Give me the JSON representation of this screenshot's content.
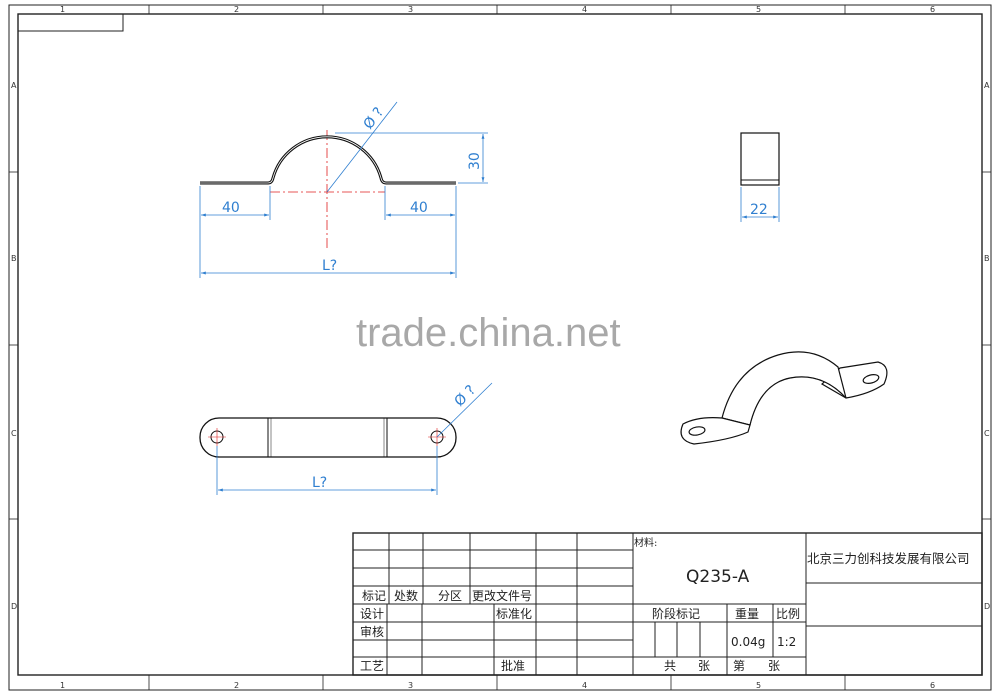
{
  "frame": {
    "zones_columns": [
      "1",
      "2",
      "3",
      "4",
      "5",
      "6"
    ],
    "zones_rows": [
      "A",
      "B",
      "C",
      "D"
    ]
  },
  "front_view": {
    "left_flange": "40",
    "right_flange": "40",
    "height": "30",
    "diameter": "Ø ?",
    "length": "L?"
  },
  "side_view": {
    "width": "22"
  },
  "flat_view": {
    "length": "L?",
    "hole_diameter": "Ø ?"
  },
  "watermark": "trade.china.net",
  "title_block": {
    "mark": "标记",
    "count": "处数",
    "zone": "分区",
    "change_doc": "更改文件号",
    "design": "设计",
    "standardization": "标准化",
    "review": "审核",
    "process": "工艺",
    "approve": "批准",
    "material_label": "材料:",
    "material": "Q235-A",
    "company": "北京三力创科技发展有限公司",
    "stage_mark": "阶段标记",
    "weight_label": "重量",
    "scale_label": "比例",
    "weight": "0.04g",
    "scale": "1:2",
    "total": "共",
    "sheets1": "张",
    "page": "第",
    "sheets2": "张"
  },
  "colors": {
    "dimension": "#2f7fd0",
    "centerline": "#e02020",
    "line": "#111111"
  }
}
